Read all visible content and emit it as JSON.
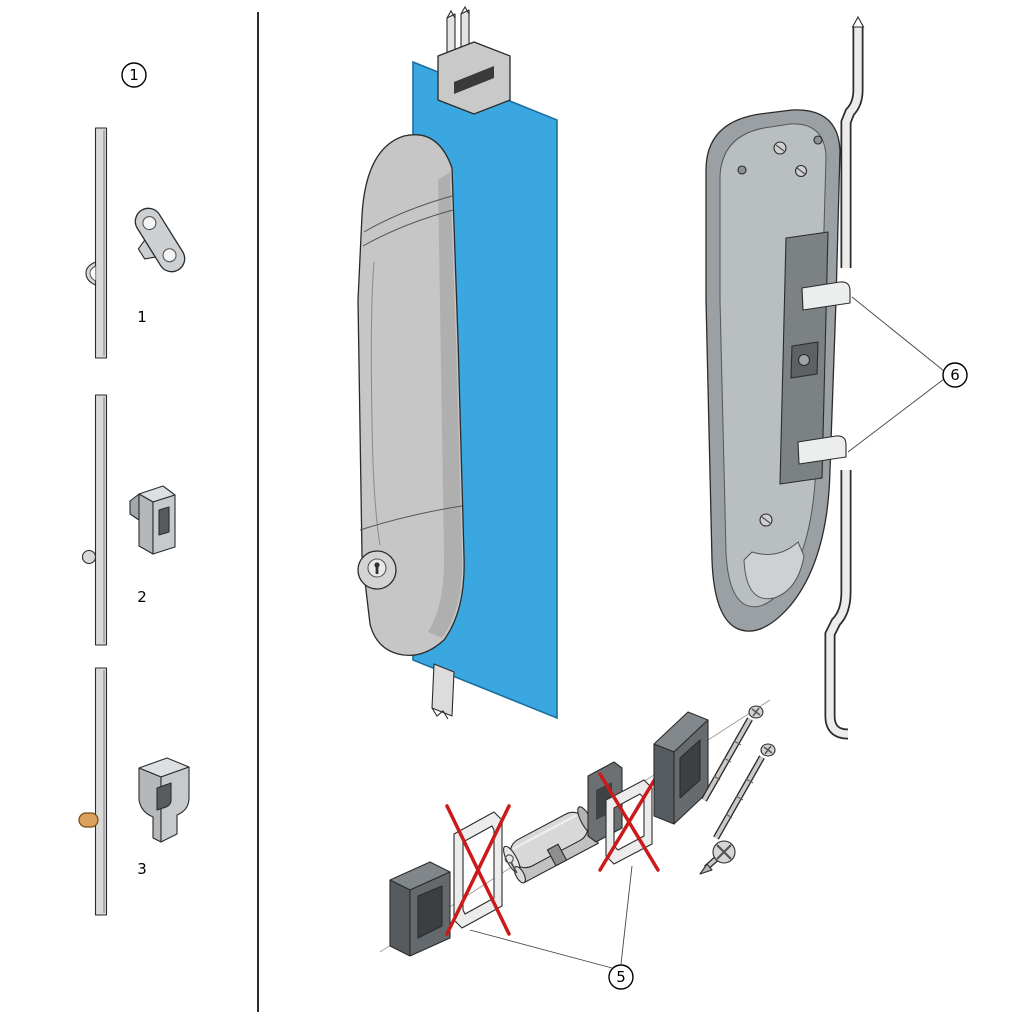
{
  "diagram": {
    "step_callout": "1",
    "part_labels": [
      "1",
      "2",
      "3"
    ],
    "callout_cylinder_kit": "5",
    "callout_rod_guides": "6"
  },
  "colors": {
    "door_blue": "#3aa7e0",
    "cross_red": "#cc1a1a",
    "pin_tan": "#d9a05e"
  }
}
